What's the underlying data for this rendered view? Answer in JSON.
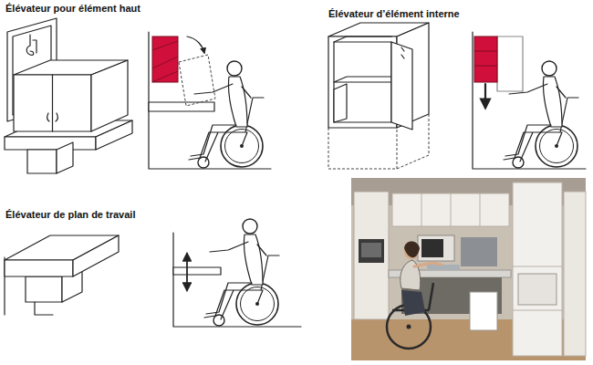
{
  "diagram": {
    "labels": [
      "Élévateur pour élément haut",
      "Élévateur d’élément interne",
      "Élévateur de plan de travail"
    ]
  }
}
